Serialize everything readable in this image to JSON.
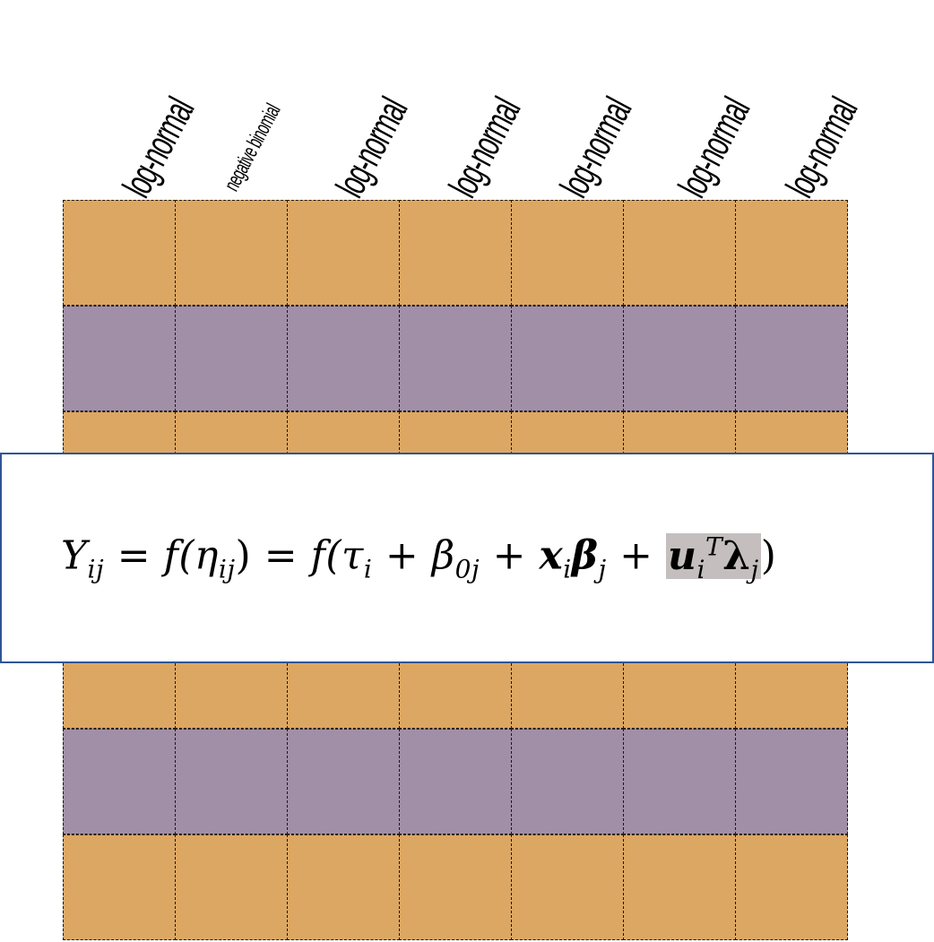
{
  "columns": [
    {
      "label": "log-normal"
    },
    {
      "label": "negative binomial"
    },
    {
      "label": "log-normal"
    },
    {
      "label": "log-normal"
    },
    {
      "label": "log-normal"
    },
    {
      "label": "log-normal"
    },
    {
      "label": "log-normal"
    }
  ],
  "rows": [
    "orange",
    "purple",
    "orange",
    "orange",
    "orange",
    "purple",
    "orange"
  ],
  "colors": {
    "orange": "#dca762",
    "purple": "#a18ea7",
    "border": "#1a1a1a",
    "box_border": "#2f5597",
    "highlight": "#c4bebe"
  },
  "equation": {
    "Y": "Y",
    "Y_sub": "ij",
    "eq1": "=",
    "f1": "f(",
    "eta": "η",
    "eta_sub": "ij",
    "close1": ")",
    "eq2": "=",
    "f2": "f(",
    "tau": "τ",
    "tau_sub": "i",
    "plus1": "+",
    "beta0": "β",
    "beta0_sub": "0j",
    "plus2": "+",
    "x": "x",
    "x_sub": "i",
    "beta": "β",
    "beta_sub": "j",
    "plus3": "+",
    "u": "u",
    "u_sub": "i",
    "u_sup": "T",
    "lambda": "λ",
    "lambda_sub": "j",
    "close2": ")"
  }
}
